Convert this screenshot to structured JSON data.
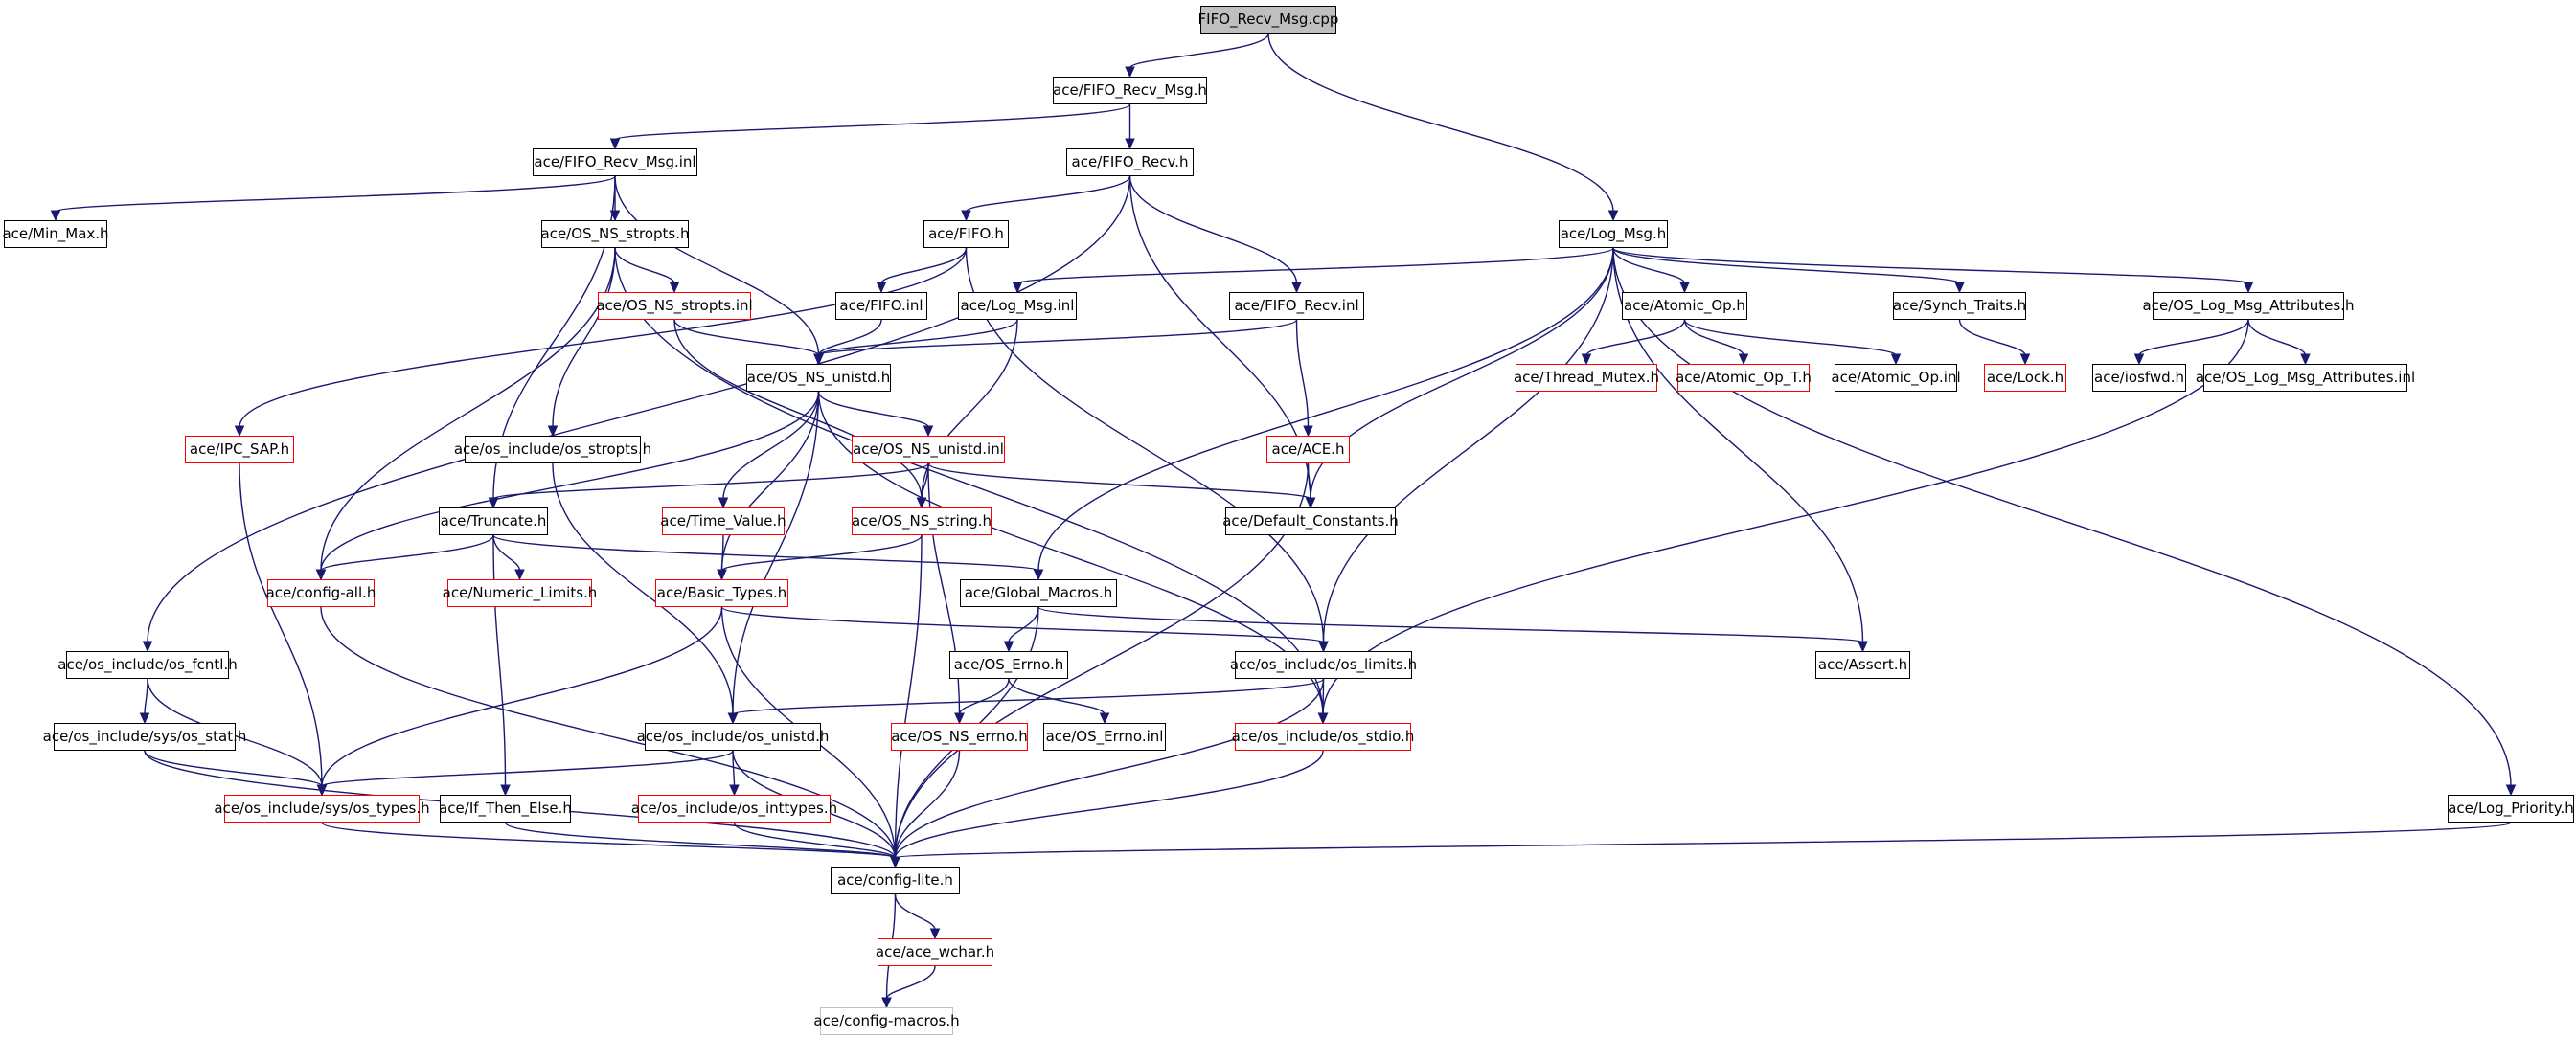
{
  "colors": {
    "edge": "#191970",
    "node_border": "#000000",
    "incomplete_border": "#ff0000",
    "undocumented_border": "#bfbfbf",
    "root_fill": "#bfbfbf"
  },
  "nodes": [
    {
      "id": "fifo_recv_msg_cpp",
      "label": "FIFO_Recv_Msg.cpp",
      "style": "root"
    },
    {
      "id": "fifo_recv_msg_h",
      "label": "ace/FIFO_Recv_Msg.h",
      "style": "normal"
    },
    {
      "id": "fifo_recv_msg_inl",
      "label": "ace/FIFO_Recv_Msg.inl",
      "style": "normal"
    },
    {
      "id": "fifo_recv_h",
      "label": "ace/FIFO_Recv.h",
      "style": "normal"
    },
    {
      "id": "log_msg_h",
      "label": "ace/Log_Msg.h",
      "style": "normal"
    },
    {
      "id": "min_max_h",
      "label": "ace/Min_Max.h",
      "style": "normal"
    },
    {
      "id": "os_ns_stropts_h",
      "label": "ace/OS_NS_stropts.h",
      "style": "normal"
    },
    {
      "id": "fifo_h",
      "label": "ace/FIFO.h",
      "style": "normal"
    },
    {
      "id": "os_ns_stropts_inl",
      "label": "ace/OS_NS_stropts.inl",
      "style": "red"
    },
    {
      "id": "fifo_inl",
      "label": "ace/FIFO.inl",
      "style": "normal"
    },
    {
      "id": "log_msg_inl",
      "label": "ace/Log_Msg.inl",
      "style": "normal"
    },
    {
      "id": "fifo_recv_inl",
      "label": "ace/FIFO_Recv.inl",
      "style": "normal"
    },
    {
      "id": "atomic_op_h",
      "label": "ace/Atomic_Op.h",
      "style": "normal"
    },
    {
      "id": "synch_traits_h",
      "label": "ace/Synch_Traits.h",
      "style": "normal"
    },
    {
      "id": "os_log_msg_attributes_h",
      "label": "ace/OS_Log_Msg_Attributes.h",
      "style": "normal"
    },
    {
      "id": "os_ns_unistd_h",
      "label": "ace/OS_NS_unistd.h",
      "style": "normal"
    },
    {
      "id": "thread_mutex_h",
      "label": "ace/Thread_Mutex.h",
      "style": "red"
    },
    {
      "id": "atomic_op_t_h",
      "label": "ace/Atomic_Op_T.h",
      "style": "red"
    },
    {
      "id": "atomic_op_inl",
      "label": "ace/Atomic_Op.inl",
      "style": "normal"
    },
    {
      "id": "lock_h",
      "label": "ace/Lock.h",
      "style": "red"
    },
    {
      "id": "iosfwd_h",
      "label": "ace/iosfwd.h",
      "style": "normal"
    },
    {
      "id": "os_log_msg_attributes_inl",
      "label": "ace/OS_Log_Msg_Attributes.inl",
      "style": "normal"
    },
    {
      "id": "ipc_sap_h",
      "label": "ace/IPC_SAP.h",
      "style": "red"
    },
    {
      "id": "os_include_os_stropts_h",
      "label": "ace/os_include/os_stropts.h",
      "style": "normal"
    },
    {
      "id": "os_ns_unistd_inl",
      "label": "ace/OS_NS_unistd.inl",
      "style": "red"
    },
    {
      "id": "ace_h",
      "label": "ace/ACE.h",
      "style": "red"
    },
    {
      "id": "truncate_h",
      "label": "ace/Truncate.h",
      "style": "normal"
    },
    {
      "id": "time_value_h",
      "label": "ace/Time_Value.h",
      "style": "red"
    },
    {
      "id": "os_ns_string_h",
      "label": "ace/OS_NS_string.h",
      "style": "red"
    },
    {
      "id": "default_constants_h",
      "label": "ace/Default_Constants.h",
      "style": "normal"
    },
    {
      "id": "config_all_h",
      "label": "ace/config-all.h",
      "style": "red"
    },
    {
      "id": "numeric_limits_h",
      "label": "ace/Numeric_Limits.h",
      "style": "red"
    },
    {
      "id": "basic_types_h",
      "label": "ace/Basic_Types.h",
      "style": "red"
    },
    {
      "id": "global_macros_h",
      "label": "ace/Global_Macros.h",
      "style": "normal"
    },
    {
      "id": "os_include_os_fcntl_h",
      "label": "ace/os_include/os_fcntl.h",
      "style": "normal"
    },
    {
      "id": "os_errno_h",
      "label": "ace/OS_Errno.h",
      "style": "normal"
    },
    {
      "id": "os_include_os_limits_h",
      "label": "ace/os_include/os_limits.h",
      "style": "normal"
    },
    {
      "id": "assert_h",
      "label": "ace/Assert.h",
      "style": "normal"
    },
    {
      "id": "os_include_sys_os_stat_h",
      "label": "ace/os_include/sys/os_stat.h",
      "style": "normal"
    },
    {
      "id": "os_include_os_unistd_h",
      "label": "ace/os_include/os_unistd.h",
      "style": "normal"
    },
    {
      "id": "os_ns_errno_h",
      "label": "ace/OS_NS_errno.h",
      "style": "red"
    },
    {
      "id": "os_errno_inl",
      "label": "ace/OS_Errno.inl",
      "style": "normal"
    },
    {
      "id": "os_include_os_stdio_h",
      "label": "ace/os_include/os_stdio.h",
      "style": "red"
    },
    {
      "id": "os_include_sys_os_types_h",
      "label": "ace/os_include/sys/os_types.h",
      "style": "red"
    },
    {
      "id": "if_then_else_h",
      "label": "ace/If_Then_Else.h",
      "style": "normal"
    },
    {
      "id": "os_include_os_inttypes_h",
      "label": "ace/os_include/os_inttypes.h",
      "style": "red"
    },
    {
      "id": "log_priority_h",
      "label": "ace/Log_Priority.h",
      "style": "normal"
    },
    {
      "id": "config_lite_h",
      "label": "ace/config-lite.h",
      "style": "normal"
    },
    {
      "id": "ace_wchar_h",
      "label": "ace/ace_wchar.h",
      "style": "red"
    },
    {
      "id": "config_macros_h",
      "label": "ace/config-macros.h",
      "style": "grey"
    }
  ],
  "edges": [
    [
      "fifo_recv_msg_cpp",
      "fifo_recv_msg_h"
    ],
    [
      "fifo_recv_msg_cpp",
      "log_msg_h"
    ],
    [
      "fifo_recv_msg_h",
      "fifo_recv_msg_inl"
    ],
    [
      "fifo_recv_msg_h",
      "fifo_recv_h"
    ],
    [
      "fifo_recv_msg_inl",
      "min_max_h"
    ],
    [
      "fifo_recv_msg_inl",
      "os_ns_stropts_h"
    ],
    [
      "fifo_recv_msg_inl",
      "os_ns_unistd_h"
    ],
    [
      "fifo_recv_msg_inl",
      "truncate_h"
    ],
    [
      "fifo_recv_h",
      "fifo_h"
    ],
    [
      "fifo_recv_h",
      "fifo_recv_inl"
    ],
    [
      "fifo_recv_h",
      "default_constants_h"
    ],
    [
      "fifo_recv_h",
      "os_include_os_fcntl_h"
    ],
    [
      "log_msg_h",
      "log_msg_inl"
    ],
    [
      "log_msg_h",
      "atomic_op_h"
    ],
    [
      "log_msg_h",
      "synch_traits_h"
    ],
    [
      "log_msg_h",
      "os_log_msg_attributes_h"
    ],
    [
      "log_msg_h",
      "default_constants_h"
    ],
    [
      "log_msg_h",
      "global_macros_h"
    ],
    [
      "log_msg_h",
      "os_include_os_limits_h"
    ],
    [
      "log_msg_h",
      "assert_h"
    ],
    [
      "log_msg_h",
      "log_priority_h"
    ],
    [
      "os_ns_stropts_h",
      "os_ns_stropts_inl"
    ],
    [
      "os_ns_stropts_h",
      "os_include_os_stropts_h"
    ],
    [
      "os_ns_stropts_h",
      "config_all_h"
    ],
    [
      "os_ns_stropts_h",
      "os_include_os_stdio_h"
    ],
    [
      "fifo_h",
      "fifo_inl"
    ],
    [
      "fifo_h",
      "ipc_sap_h"
    ],
    [
      "fifo_h",
      "os_include_os_limits_h"
    ],
    [
      "os_ns_stropts_inl",
      "os_ns_unistd_h"
    ],
    [
      "os_ns_stropts_inl",
      "os_ns_string_h"
    ],
    [
      "fifo_inl",
      "os_ns_unistd_h"
    ],
    [
      "log_msg_inl",
      "os_ns_unistd_h"
    ],
    [
      "log_msg_inl",
      "os_ns_string_h"
    ],
    [
      "fifo_recv_inl",
      "os_ns_unistd_h"
    ],
    [
      "fifo_recv_inl",
      "ace_h"
    ],
    [
      "atomic_op_h",
      "thread_mutex_h"
    ],
    [
      "atomic_op_h",
      "atomic_op_t_h"
    ],
    [
      "atomic_op_h",
      "atomic_op_inl"
    ],
    [
      "synch_traits_h",
      "lock_h"
    ],
    [
      "os_log_msg_attributes_h",
      "iosfwd_h"
    ],
    [
      "os_log_msg_attributes_h",
      "os_log_msg_attributes_inl"
    ],
    [
      "os_log_msg_attributes_h",
      "os_include_os_stdio_h"
    ],
    [
      "os_ns_unistd_h",
      "os_ns_unistd_inl"
    ],
    [
      "os_ns_unistd_h",
      "time_value_h"
    ],
    [
      "os_ns_unistd_h",
      "basic_types_h"
    ],
    [
      "os_ns_unistd_h",
      "config_all_h"
    ],
    [
      "os_ns_unistd_h",
      "os_include_os_unistd_h"
    ],
    [
      "os_ns_unistd_h",
      "os_include_os_stdio_h"
    ],
    [
      "os_ns_unistd_inl",
      "truncate_h"
    ],
    [
      "os_ns_unistd_inl",
      "os_ns_string_h"
    ],
    [
      "os_ns_unistd_inl",
      "default_constants_h"
    ],
    [
      "os_ns_unistd_inl",
      "os_ns_errno_h"
    ],
    [
      "ace_h",
      "default_constants_h"
    ],
    [
      "ace_h",
      "config_lite_h"
    ],
    [
      "ipc_sap_h",
      "os_include_sys_os_types_h"
    ],
    [
      "os_include_os_stropts_h",
      "os_include_os_unistd_h"
    ],
    [
      "truncate_h",
      "config_all_h"
    ],
    [
      "truncate_h",
      "numeric_limits_h"
    ],
    [
      "truncate_h",
      "if_then_else_h"
    ],
    [
      "truncate_h",
      "global_macros_h"
    ],
    [
      "time_value_h",
      "basic_types_h"
    ],
    [
      "os_ns_string_h",
      "basic_types_h"
    ],
    [
      "os_ns_string_h",
      "config_lite_h"
    ],
    [
      "config_all_h",
      "config_lite_h"
    ],
    [
      "basic_types_h",
      "os_include_os_limits_h"
    ],
    [
      "basic_types_h",
      "os_include_sys_os_types_h"
    ],
    [
      "basic_types_h",
      "config_lite_h"
    ],
    [
      "global_macros_h",
      "os_errno_h"
    ],
    [
      "global_macros_h",
      "assert_h"
    ],
    [
      "global_macros_h",
      "config_lite_h"
    ],
    [
      "os_include_os_fcntl_h",
      "os_include_sys_os_stat_h"
    ],
    [
      "os_include_os_fcntl_h",
      "os_include_sys_os_types_h"
    ],
    [
      "os_errno_h",
      "os_ns_errno_h"
    ],
    [
      "os_errno_h",
      "os_errno_inl"
    ],
    [
      "os_include_os_limits_h",
      "os_include_os_unistd_h"
    ],
    [
      "os_include_os_limits_h",
      "os_include_os_stdio_h"
    ],
    [
      "os_include_os_limits_h",
      "config_lite_h"
    ],
    [
      "os_include_sys_os_stat_h",
      "os_include_sys_os_types_h"
    ],
    [
      "os_include_sys_os_stat_h",
      "config_lite_h"
    ],
    [
      "os_include_os_unistd_h",
      "os_include_sys_os_types_h"
    ],
    [
      "os_include_os_unistd_h",
      "os_include_os_inttypes_h"
    ],
    [
      "os_include_os_unistd_h",
      "config_lite_h"
    ],
    [
      "os_ns_errno_h",
      "config_lite_h"
    ],
    [
      "os_include_os_stdio_h",
      "config_lite_h"
    ],
    [
      "os_include_sys_os_types_h",
      "config_lite_h"
    ],
    [
      "if_then_else_h",
      "config_lite_h"
    ],
    [
      "os_include_os_inttypes_h",
      "config_lite_h"
    ],
    [
      "log_priority_h",
      "config_lite_h"
    ],
    [
      "config_lite_h",
      "ace_wchar_h"
    ],
    [
      "config_lite_h",
      "config_macros_h"
    ],
    [
      "ace_wchar_h",
      "config_macros_h"
    ]
  ]
}
